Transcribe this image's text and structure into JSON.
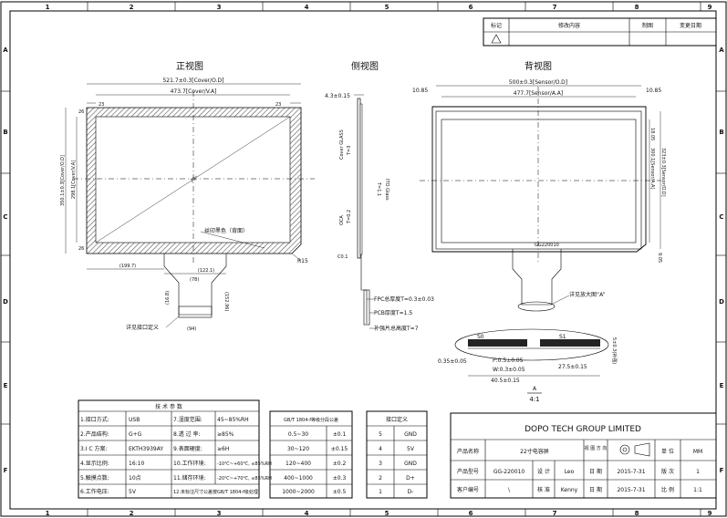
{
  "grid": {
    "cols": [
      "1",
      "2",
      "3",
      "4",
      "5",
      "6",
      "7",
      "8",
      "9"
    ],
    "rows": [
      "A",
      "B",
      "C",
      "D",
      "E",
      "F"
    ]
  },
  "revision_block": {
    "headers": [
      "标记",
      "修改内容",
      "制图",
      "变更日期"
    ]
  },
  "views": {
    "front": "正视图",
    "side": "侧视图",
    "back": "背视图"
  },
  "front_dims": {
    "cover_width": "521.7±0.3[Cover/O.D]",
    "va_width": "473.7[Cover/V.A]",
    "left_margin": "23",
    "right_margin": "23",
    "top_margin": "26",
    "bottom_margin": "26",
    "cover_height": "350.1±0.3[Cover/O.D]",
    "va_height": "298.1[Cover/V.A]",
    "silkscreen": "丝印黑色（背面）",
    "corner_radius": "R15",
    "fpc_offset": "(199.7)",
    "fpc_a": "(122.1)",
    "fpc_b": "(78)",
    "fpc_c": "(152.96)",
    "fpc_d": "(94)",
    "fpc_e": "(16.8)",
    "fpc_label": "详见接口定义"
  },
  "side_dims": {
    "thickness": "4.3±0.15",
    "cover_glass": "Cover GLASS",
    "t3": "T=3",
    "ito_glass": "ITO Glass",
    "t11": "T=1.1",
    "oca": "OCA",
    "t02": "T=0.2",
    "co": "C0.1",
    "fpc_thickness": "FPC总厚度T=0.3±0.03",
    "pcb_thickness": "PCB厚度T=1.5",
    "stiffener": "补强片总高度T=7"
  },
  "back_dims": {
    "sensor_width": "500±0.3[Sensor/O.D]",
    "sensor_aa_width": "477.7[Sensor/A.A]",
    "left_gap": "10.85",
    "right_gap": "10.85",
    "top_gap": "18.05",
    "aa_height": "300.1[Sensor/A.A]",
    "sensor_height": "323±0.3[Sensor/O.D]",
    "bottom_gap": "9.05",
    "detail_note": "详见放大图“A”",
    "connector_height": "5±0.3(补强)",
    "pin_s0": "S0",
    "pin_s1": "S1",
    "dim1": "0.35±0.05",
    "pitch": "P:0.5±0.05",
    "width": "W:0.3±0.05",
    "dim2": "27.5±0.15",
    "dim3": "40.5±0.15",
    "detail_label": "A",
    "scale": "4:1"
  },
  "tech_params": {
    "title": "技 术 参 数",
    "rows": [
      [
        "1.接口方式:",
        "USB",
        "7.湿度范围:",
        "45~85%RH"
      ],
      [
        "2.产品结构:",
        "G+G",
        "8.透 过 率:",
        "≥85%"
      ],
      [
        "3.I C 方案:",
        "EKTH3939AY",
        "9.表面硬度:",
        "≥6H"
      ],
      [
        "4.显示比例:",
        "16:10",
        "10.工作环境:",
        "-10℃~+60℃, ≤85%RH"
      ],
      [
        "5.触摸点数:",
        "10点",
        "11.储存环境:",
        "-20℃~+70℃, ≤85%RH"
      ],
      [
        "6.工作电压:",
        "5V",
        "12.未标注尺寸公差按GB/T 1804-f级处理",
        ""
      ]
    ]
  },
  "tolerance": {
    "title": "GB/T 1804-f等级分段公差",
    "rows": [
      [
        "0.5~30",
        "±0.1"
      ],
      [
        "30~120",
        "±0.15"
      ],
      [
        "120~400",
        "±0.2"
      ],
      [
        "400~1000",
        "±0.3"
      ],
      [
        "1000~2000",
        "±0.5"
      ]
    ]
  },
  "interface": {
    "title": "接口定义",
    "rows": [
      [
        "5",
        "GND"
      ],
      [
        "4",
        "5V"
      ],
      [
        "3",
        "GND"
      ],
      [
        "2",
        "D+"
      ],
      [
        "1",
        "D-"
      ]
    ]
  },
  "title_block": {
    "company": "DOPO TECH GROUP LIMITED",
    "product_name_label": "产品名称",
    "product_name": "22寸电容屏",
    "view_dir_label": "视 图\n方 向",
    "unit_label": "单 位",
    "unit": "MM",
    "model_label": "产品型号",
    "model": "GG-220010",
    "design_label": "设 计",
    "designer": "Leo",
    "date_label": "日 期",
    "design_date": "2015-7-31",
    "version_label": "版 次",
    "version": "1",
    "customer_label": "客户编号",
    "customer": "\\",
    "approve_label": "核 准",
    "approver": "Kenny",
    "approve_date": "2015-7-31",
    "scale_label": "比 例",
    "scale": "1:1"
  }
}
